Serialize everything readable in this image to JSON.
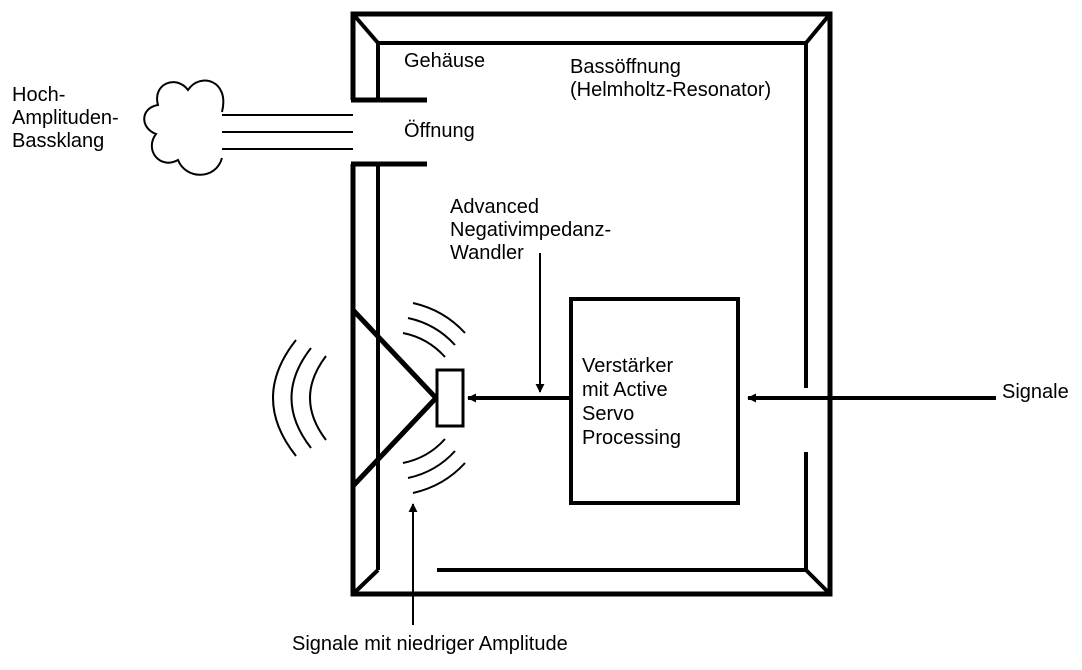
{
  "diagram": {
    "labels": {
      "hoch_amplituden_bassklang": [
        "Hoch-",
        "Amplituden-",
        "Bassklang"
      ],
      "gehaeuse": "Gehäuse",
      "bassoeffnung": [
        "Bassöffnung",
        "(Helmholtz-Resonator)"
      ],
      "oeffnung": "Öffnung",
      "advanced_wandler": [
        "Advanced",
        "Negativimpedanz-",
        "Wandler"
      ],
      "verstaerker": [
        "Verstärker",
        "mit Active",
        "Servo",
        "Processing"
      ],
      "signale_input": "Signale",
      "signale_niedrig": "Signale mit niedriger Amplitude"
    }
  }
}
